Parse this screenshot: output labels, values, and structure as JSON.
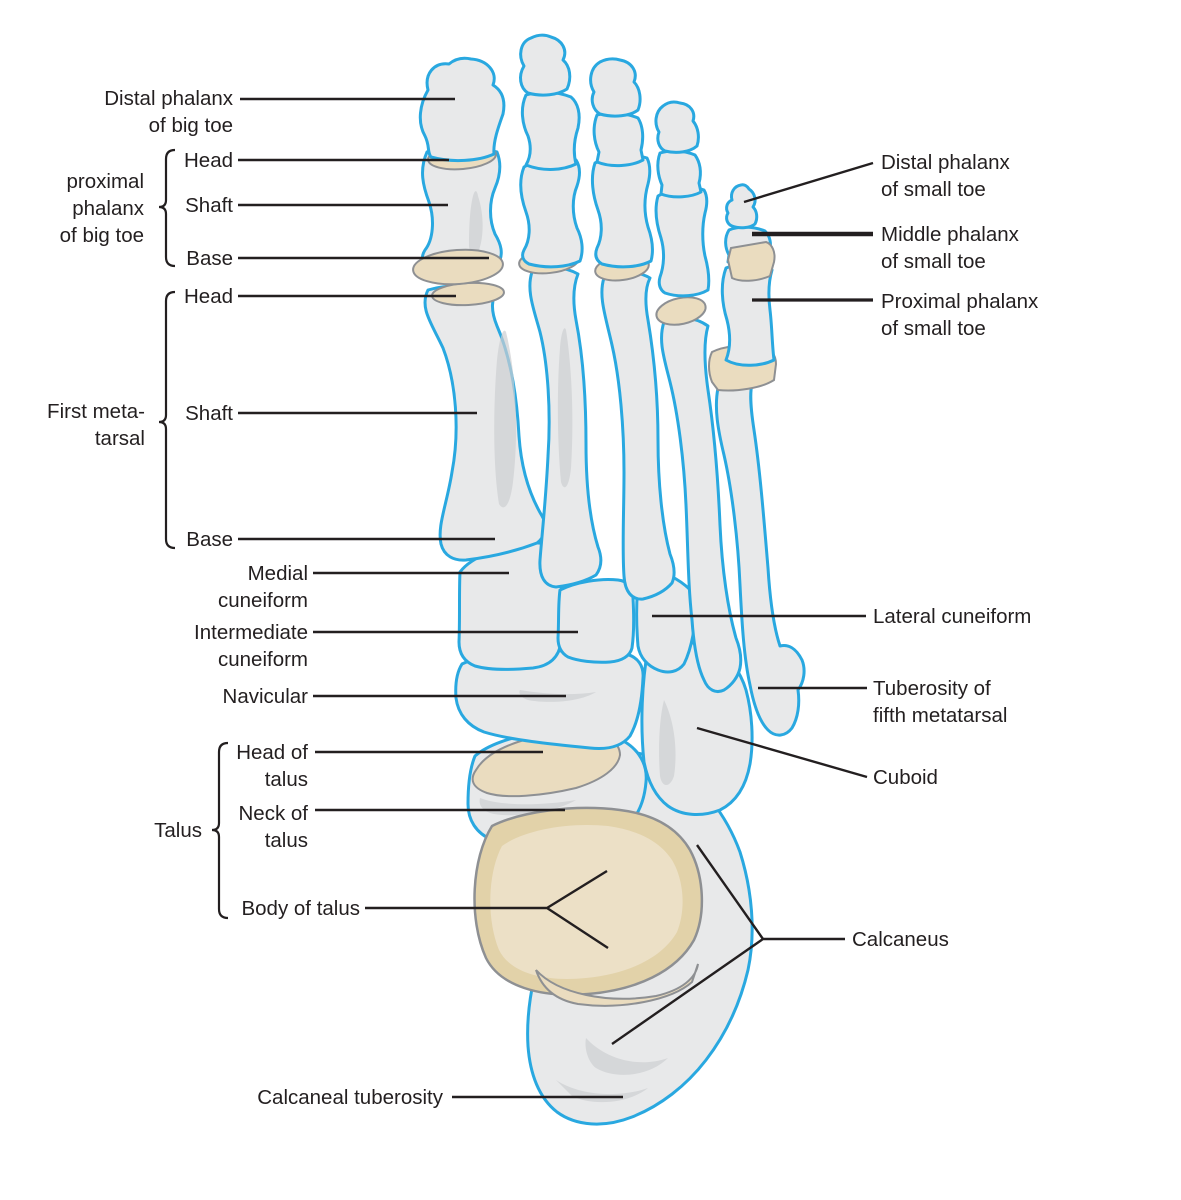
{
  "colors": {
    "outline_blue": "#29A8E0",
    "bone_fill": "#E8E9EA",
    "bone_shade": "#CDCFD1",
    "tan": "#EADCBF",
    "tan_dark": "#E2D2A9",
    "tan_light": "#ECE0C6",
    "gray_outline": "#8E9093",
    "ink": "#231F20",
    "background": "#FFFFFF"
  },
  "figure": {
    "left_labels": {
      "distal_phalanx_big_toe": "Distal phalanx\nof big toe",
      "medial_cuneiform": "Medial\ncuneiform",
      "intermediate_cuneiform": "Intermediate\ncuneiform",
      "navicular": "Navicular",
      "calcaneal_tuberosity": "Calcaneal tuberosity"
    },
    "groups": {
      "proximal_phalanx_big_toe": {
        "title": "proximal\nphalanx\nof big toe",
        "items": [
          "Head",
          "Shaft",
          "Base"
        ]
      },
      "first_metatarsal": {
        "title": "First meta-\ntarsal",
        "items": [
          "Head",
          "Shaft",
          "Base"
        ]
      },
      "talus": {
        "title": "Talus",
        "items": [
          "Head of\ntalus",
          "Neck of\ntalus",
          "Body of talus"
        ]
      }
    },
    "right_labels": {
      "distal_phalanx_small_toe": "Distal phalanx\nof small toe",
      "middle_phalanx_small_toe": "Middle phalanx\nof small toe",
      "proximal_phalanx_small_toe": "Proximal phalanx\nof small toe",
      "lateral_cuneiform": "Lateral cuneiform",
      "tuberosity_fifth_metatarsal": "Tuberosity of\nfifth metatarsal",
      "cuboid": "Cuboid",
      "calcaneus": "Calcaneus"
    }
  }
}
